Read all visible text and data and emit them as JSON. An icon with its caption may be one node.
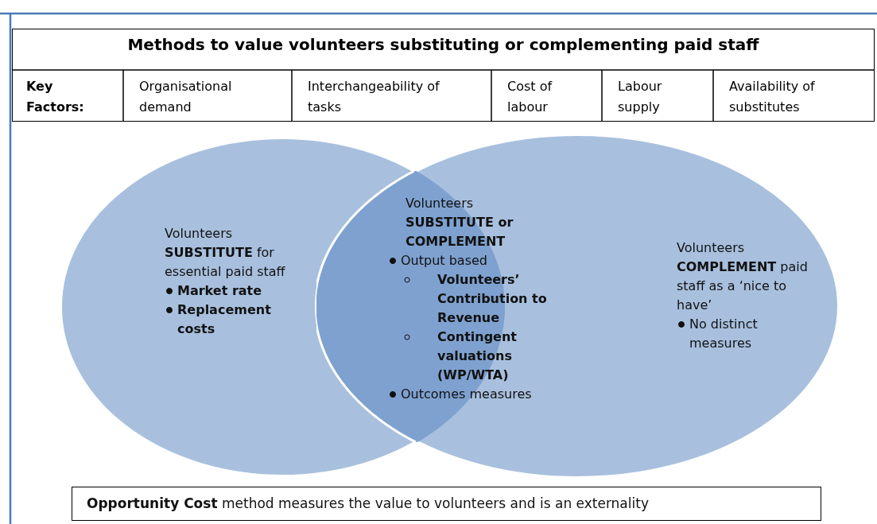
{
  "diagram": {
    "title": "Methods to value volunteers substituting or complementing paid staff",
    "nodes": [
      {
        "text": [
          "Volunteers **SUBSTITUTE** for essential paid staff",
          "Market rate",
          "Replacement costs"
        ]
      },
      {
        "text": [
          "Volunteers **COMPLEMENT** paid staff as a ‘nice to have’",
          "No distinct measures"
        ]
      },
      {
        "text": [
          "Volunteers **SUBSTITUTE or COMPLEMENT**",
          "Output based",
          "Volunteers’ Contribution to Revenue",
          "Contingent valuations (WP/WTA)",
          "Outcomes measures"
        ]
      },
      {
        "text": [
          "**Opportunity Cost** method measures the value to volunteers and is an externality"
        ]
      }
    ],
    "edges": [],
    "labels": [
      "Key Factors:",
      "Organisational demand",
      "Interchangeability of tasks",
      "Cost of labour",
      "Labour supply",
      "Availability of substitutes"
    ]
  }
}
